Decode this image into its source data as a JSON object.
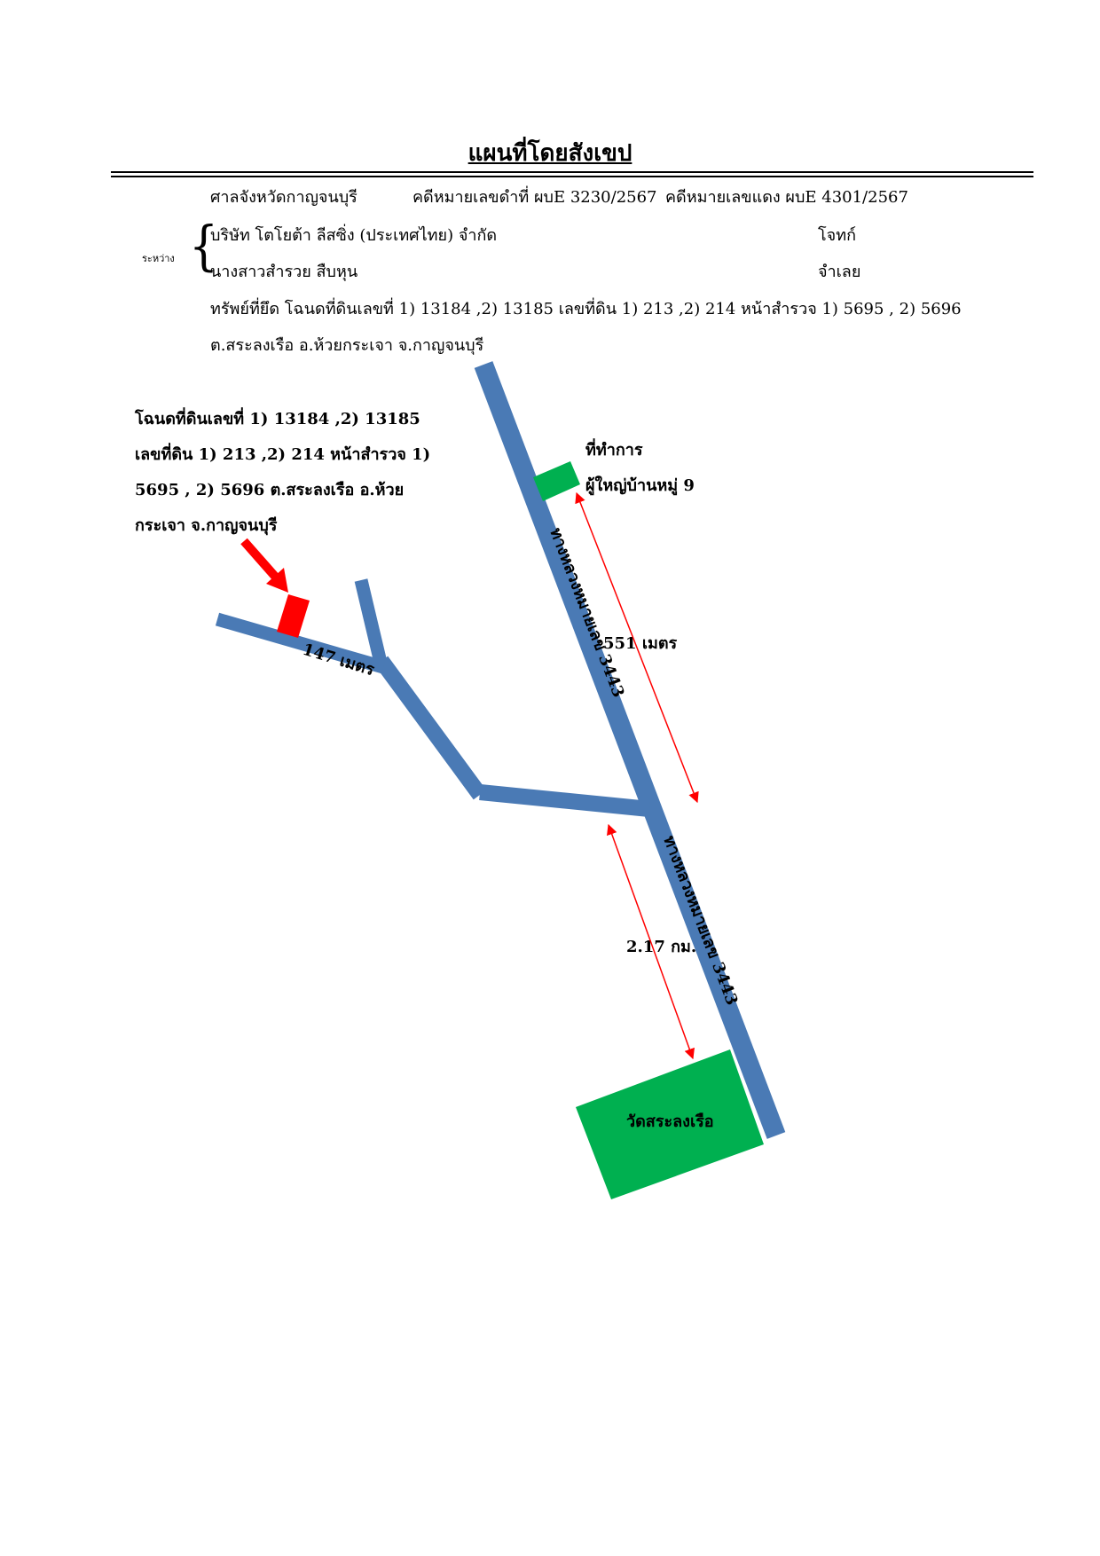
{
  "header": {
    "title": "แผนที่โดยสังเขป",
    "court": "ศาลจังหวัดกาญจนบุรี",
    "black_case": "คดีหมายเลขดำที่ ผบE 3230/2567",
    "red_case": "คดีหมายเลขแดง ผบE 4301/2567",
    "between_label": "ระหว่าง",
    "plaintiff_name": "บริษัท โตโยต้า ลีสซิ่ง (ประเทศไทย) จำกัด",
    "plaintiff_role": "โจทก์",
    "defendant_name": "นางสาวสำรวย สืบหุน",
    "defendant_role": "จำเลย",
    "property_line1": "ทรัพย์ที่ยึด  โฉนดที่ดินเลขที่ 1) 13184 ,2) 13185 เลขที่ดิน 1) 213 ,2) 214 หน้าสำรวจ 1) 5695 , 2) 5696",
    "property_line2": "ต.สระลงเรือ อ.ห้วยกระเจา จ.กาญจนบุรี"
  },
  "map": {
    "parcel_note": [
      "โฉนดที่ดินเลขที่ 1) 13184 ,2) 13185",
      "เลขที่ดิน 1) 213 ,2) 214 หน้าสำรวจ 1)",
      "5695 , 2) 5696 ต.สระลงเรือ อ.ห้วย",
      "กระเจา จ.กาญจนบุรี"
    ],
    "office_label": [
      "ที่ทำการ",
      "ผู้ใหญ่บ้านหมู่ 9"
    ],
    "road_label": "ทางหลวงหมายเลข 3443",
    "distance_side_road": "147 เมตร",
    "distance_office": "551 เมตร",
    "distance_temple": "2.17 กม.",
    "temple_label": "วัดสระลงเรือ",
    "colors": {
      "road": "#4a7ab5",
      "landmark": "#00b050",
      "parcel": "#ff0000",
      "arrow": "#ff0000"
    }
  }
}
